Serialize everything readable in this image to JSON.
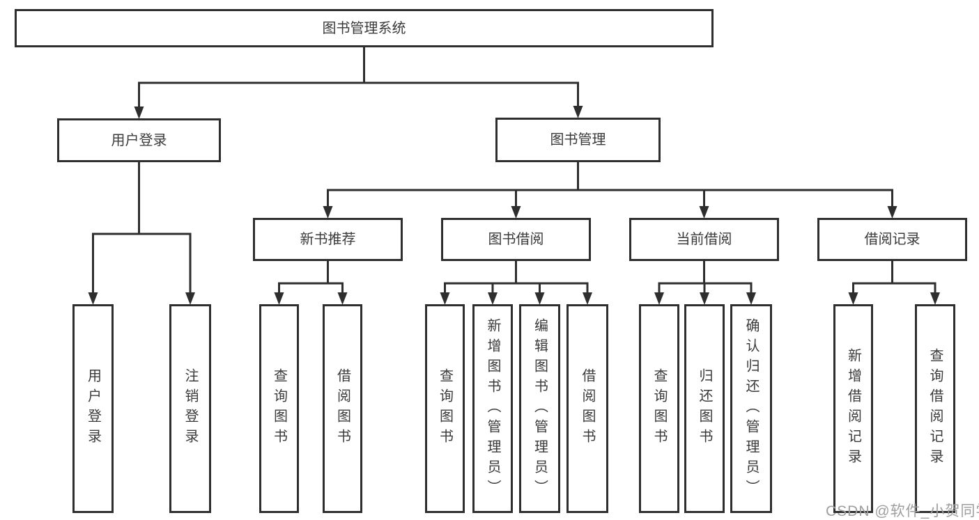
{
  "nodes": {
    "root": {
      "label": "图书管理系统",
      "level": 1
    },
    "login": {
      "label": "用户登录",
      "level": 2
    },
    "mgmt": {
      "label": "图书管理",
      "level": 2
    },
    "rec": {
      "label": "新书推荐",
      "level": 3
    },
    "borrow": {
      "label": "图书借阅",
      "level": 3
    },
    "current": {
      "label": "当前借阅",
      "level": 3
    },
    "records": {
      "label": "借阅记录",
      "level": 3
    },
    "user-login": {
      "label": "用户登录",
      "level": 4
    },
    "logout": {
      "label": "注销登录",
      "level": 4
    },
    "query-book-rec": {
      "label": "查询图书",
      "level": 4
    },
    "borrow-book-rec": {
      "label": "借阅图书",
      "level": 4
    },
    "query-book-borrow": {
      "label": "查询图书",
      "level": 4
    },
    "add-book": {
      "label": "新增图书（管理员）",
      "level": 4
    },
    "edit-book": {
      "label": "编辑图书（管理员）",
      "level": 4
    },
    "borrow-book-borrow": {
      "label": "借阅图书",
      "level": 4
    },
    "query-book-current": {
      "label": "查询图书",
      "level": 4
    },
    "return-book": {
      "label": "归还图书",
      "level": 4
    },
    "confirm-return": {
      "label": "确认归还（管理员）",
      "level": 4
    },
    "add-record": {
      "label": "新增借阅记录",
      "level": 4
    },
    "query-record": {
      "label": "查询借阅记录",
      "level": 4
    }
  },
  "edges": [
    {
      "parent": "root",
      "children": [
        "login",
        "mgmt"
      ]
    },
    {
      "parent": "login",
      "children": [
        "user-login",
        "logout"
      ]
    },
    {
      "parent": "mgmt",
      "children": [
        "rec",
        "borrow",
        "current",
        "records"
      ]
    },
    {
      "parent": "rec",
      "children": [
        "query-book-rec",
        "borrow-book-rec"
      ]
    },
    {
      "parent": "borrow",
      "children": [
        "query-book-borrow",
        "add-book",
        "edit-book",
        "borrow-book-borrow"
      ]
    },
    {
      "parent": "current",
      "children": [
        "query-book-current",
        "return-book",
        "confirm-return"
      ]
    },
    {
      "parent": "records",
      "children": [
        "add-record",
        "query-record"
      ]
    }
  ],
  "watermark": {
    "text": "CSDN @软件_小贺同学"
  },
  "colors": {
    "line": "#2e2e2e",
    "box_border": "#2e2e2e",
    "text": "#3a3a3a",
    "watermark": "#9e9e9e",
    "background": "#ffffff"
  }
}
